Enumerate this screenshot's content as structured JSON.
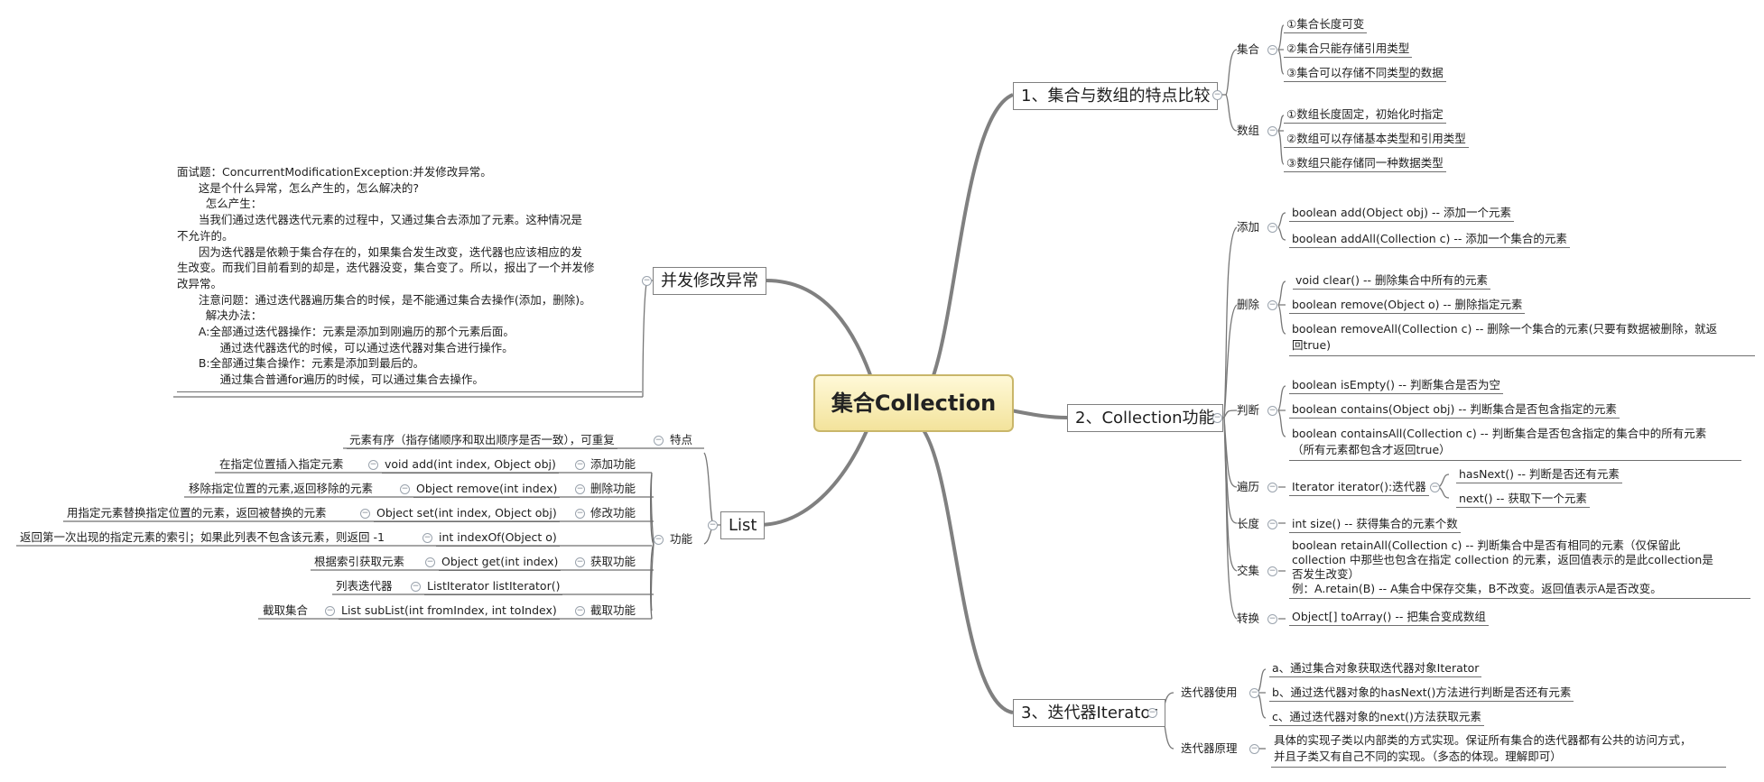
{
  "center": "集合Collection",
  "b1": {
    "title": "1、集合与数组的特点比较",
    "g1": {
      "label": "集合",
      "items": [
        "①集合长度可变",
        "②集合只能存储引用类型",
        "③集合可以存储不同类型的数据"
      ]
    },
    "g2": {
      "label": "数组",
      "items": [
        "①数组长度固定，初始化时指定",
        "②数组可以存储基本类型和引用类型",
        "③数组只能存储同一种数据类型"
      ]
    }
  },
  "b2": {
    "title": "2、Collection功能",
    "add": {
      "label": "添加",
      "items": [
        "boolean  add(Object obj) -- 添加一个元素",
        "boolean addAll(Collection c) -- 添加一个集合的元素"
      ]
    },
    "del": {
      "label": "删除",
      "items": [
        "void clear() -- 删除集合中所有的元素",
        "boolean remove(Object o) -- 删除指定元素",
        "boolean removeAll(Collection c) -- 删除一个集合的元素(只要有数据被删除，就返",
        "回true)"
      ]
    },
    "judge": {
      "label": "判断",
      "items": [
        "boolean isEmpty() -- 判断集合是否为空",
        "boolean contains(Object obj) -- 判断集合是否包含指定的元素",
        "boolean containsAll(Collection c) -- 判断集合是否包含指定的集合中的所有元素",
        "（所有元素都包含才返回true）"
      ]
    },
    "iter": {
      "label": "遍历",
      "item": "Iterator iterator():迭代器",
      "subs": [
        "hasNext() -- 判断是否还有元素",
        "next() -- 获取下一个元素"
      ]
    },
    "len": {
      "label": "长度",
      "item": "int size() -- 获得集合的元素个数"
    },
    "inter": {
      "label": "交集",
      "lines": [
        "boolean retainAll(Collection c) -- 判断集合中是否有相同的元素（仅保留此",
        "collection 中那些也包含在指定 collection 的元素，返回值表示的是此collection是",
        "否发生改变）",
        "例：A.retain(B) -- A集合中保存交集，B不改变。返回值表示A是否改变。"
      ]
    },
    "conv": {
      "label": "转换",
      "item": "Object[] toArray() -- 把集合变成数组"
    }
  },
  "b3": {
    "title": "3、迭代器Iterator",
    "use": {
      "label": "迭代器使用",
      "items": [
        "a、通过集合对象获取迭代器对象Iterator",
        "b、通过迭代器对象的hasNext()方法进行判断是否还有元素",
        "c、通过迭代器对象的next()方法获取元素"
      ]
    },
    "principle": {
      "label": "迭代器原理",
      "lines": [
        "具体的实现子类以内部类的方式实现。保证所有集合的迭代器都有公共的访问方式，",
        "并且子类又有自己不同的实现。（多态的体现。理解即可）"
      ]
    }
  },
  "conc": {
    "title": "并发修改异常",
    "lines": [
      "面试题：ConcurrentModificationException:并发修改异常。",
      "      这是个什么异常，怎么产生的，怎么解决的?",
      "        怎么产生：",
      "      当我们通过迭代器迭代元素的过程中，又通过集合去添加了元素。这种情况是",
      "不允许的。",
      "      因为迭代器是依赖于集合存在的，如果集合发生改变，迭代器也应该相应的发",
      "生改变。而我们目前看到的却是，迭代器没变，集合变了。所以，报出了一个并发修",
      "改异常。",
      "",
      "      注意问题：通过迭代器遍历集合的时候，是不能通过集合去操作(添加，删除)。",
      "        解决办法：",
      "      A:全部通过迭代器操作：元素是添加到刚遍历的那个元素后面。",
      "            通过迭代器迭代的时候，可以通过迭代器对集合进行操作。",
      "      B:全部通过集合操作：元素是添加到最后的。",
      "            通过集合普通for遍历的时候，可以通过集合去操作。"
    ]
  },
  "list": {
    "title": "List",
    "feature": {
      "label": "特点",
      "text": "元素有序（指存储顺序和取出顺序是否一致），可重复"
    },
    "func": {
      "label": "功能",
      "rows": [
        {
          "cat": "添加功能",
          "method": "void add(int index, Object obj)",
          "desc": "在指定位置插入指定元素"
        },
        {
          "cat": "删除功能",
          "method": "Object remove(int index)",
          "desc": "移除指定位置的元素,返回移除的元素"
        },
        {
          "cat": "修改功能",
          "method": "Object set(int index, Object obj)",
          "desc": "用指定元素替换指定位置的元素，返回被替换的元素"
        },
        {
          "cat": "获取功能",
          "method": "int indexOf(Object o)",
          "desc": "返回第一次出现的指定元素的索引；如果此列表不包含该元素，则返回 -1"
        },
        {
          "cat": "",
          "method": "Object get(int index)",
          "desc": "根据索引获取元素"
        },
        {
          "cat": "",
          "method": "ListIterator listIterator()",
          "desc": "列表迭代器"
        },
        {
          "cat": "截取功能",
          "method": "List subList(int fromIndex, int toIndex)",
          "desc": "截取集合"
        }
      ]
    }
  },
  "colors": {
    "branch": "#777777",
    "underline": "#6f6f6f",
    "center_fill": "#f6e7a6",
    "center_border": "#c9b66a",
    "toggle": "#9aa3ad"
  }
}
